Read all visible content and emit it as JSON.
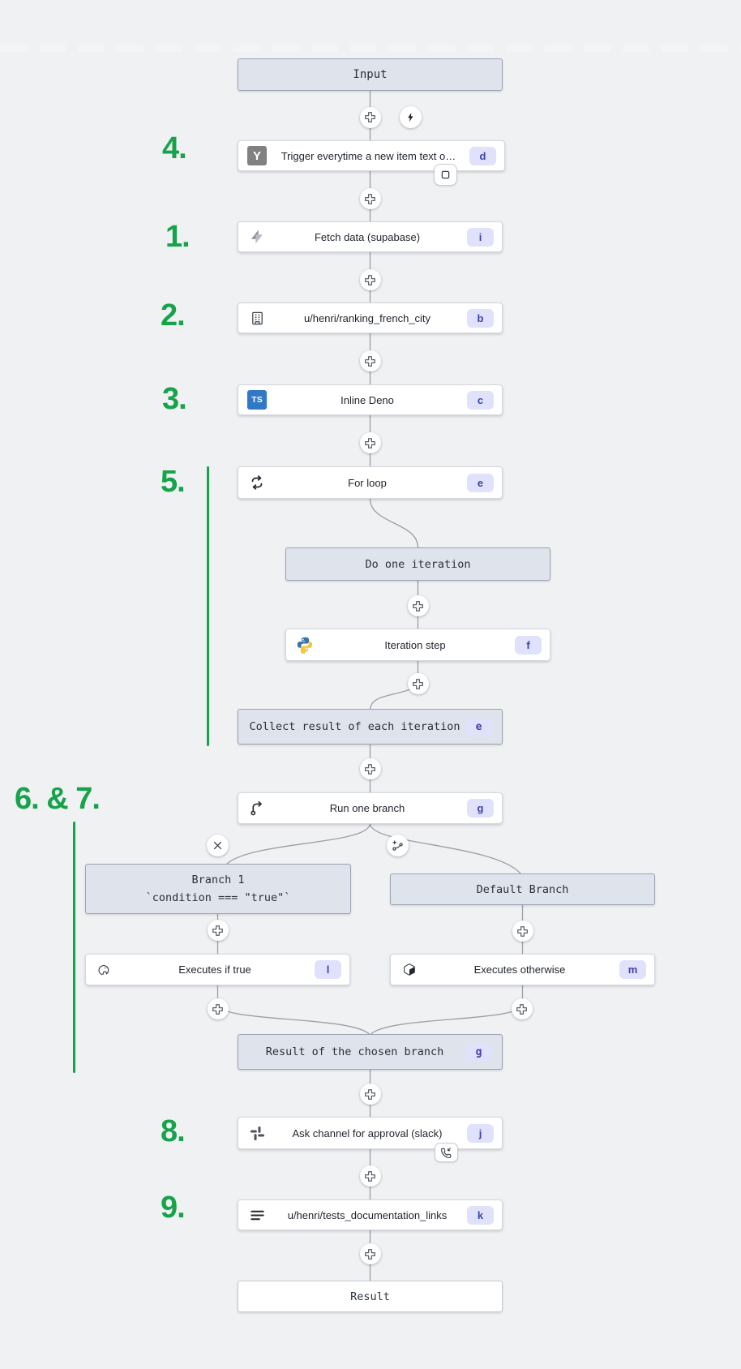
{
  "annotations": {
    "step4": "4.",
    "step1": "1.",
    "step2": "2.",
    "step3": "3.",
    "step5": "5.",
    "step6_7": "6. & 7.",
    "step8": "8.",
    "step9": "9."
  },
  "group_boxes": {
    "input": "Input",
    "do_one_iteration": "Do one iteration",
    "collect": {
      "label": "Collect result of each iteration",
      "badge": "e"
    },
    "branch1": {
      "title": "Branch 1",
      "condition": "`condition === \"true\"`"
    },
    "default_branch": "Default Branch",
    "result_chosen": {
      "label": "Result of the chosen branch",
      "badge": "g"
    },
    "result": "Result"
  },
  "nodes": {
    "trigger": {
      "label": "Trigger everytime a new item text o…",
      "badge": "d"
    },
    "fetch_data": {
      "label": "Fetch data (supabase)",
      "badge": "i"
    },
    "ranking_french_city": {
      "label": "u/henri/ranking_french_city",
      "badge": "b"
    },
    "inline_deno": {
      "label": "Inline Deno",
      "badge": "c"
    },
    "for_loop": {
      "label": "For loop",
      "badge": "e"
    },
    "iteration_step": {
      "label": "Iteration step",
      "badge": "f"
    },
    "run_one_branch": {
      "label": "Run one branch",
      "badge": "g"
    },
    "executes_if_true": {
      "label": "Executes if true",
      "badge": "l"
    },
    "executes_otherwise": {
      "label": "Executes otherwise",
      "badge": "m"
    },
    "ask_channel": {
      "label": "Ask channel for approval (slack)",
      "badge": "j"
    },
    "tests_documentation_links": {
      "label": "u/henri/tests_documentation_links",
      "badge": "k"
    }
  },
  "icons": {
    "trigger_letter": "Y",
    "typescript_label": "TS"
  },
  "colors": {
    "annotation_green": "#16a34a",
    "badge_bg": "#e0e2fc",
    "badge_text": "#4040ac",
    "group_box_bg": "#dee3ec",
    "wire": "#99a0a8"
  }
}
